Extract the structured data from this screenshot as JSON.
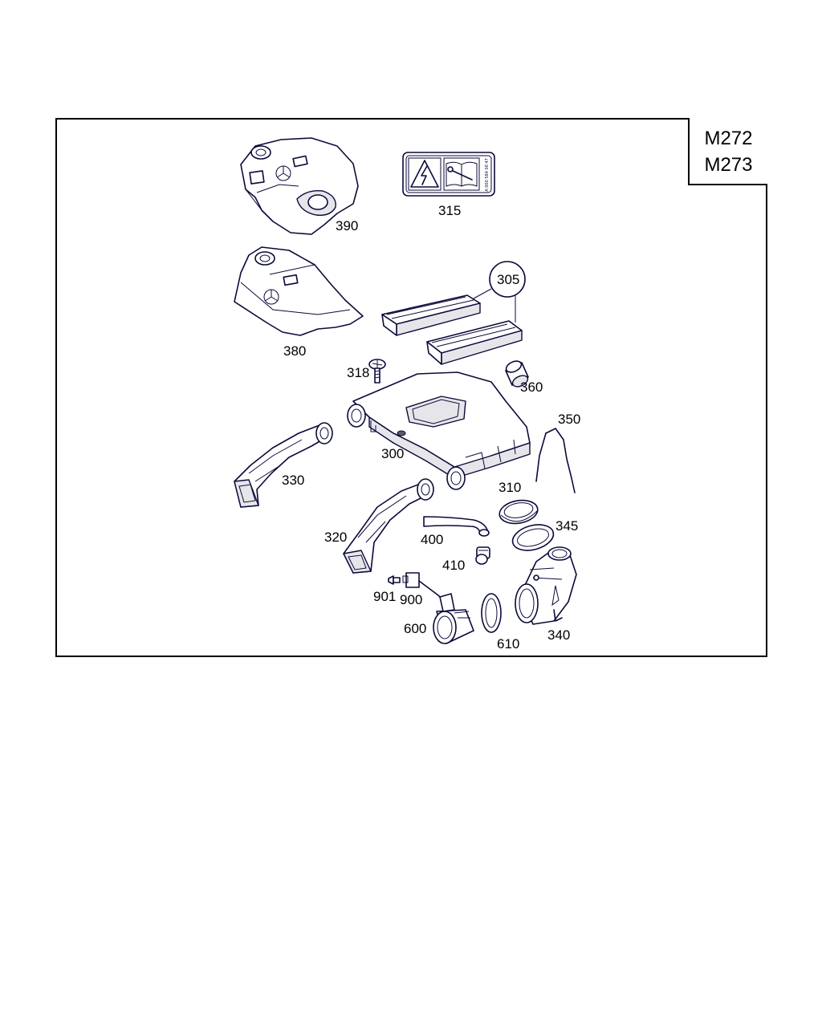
{
  "model_box": {
    "line1": "M272",
    "line2": "M273"
  },
  "parts": [
    {
      "id": "390",
      "label": "390"
    },
    {
      "id": "315",
      "label": "315"
    },
    {
      "id": "305",
      "label": "305"
    },
    {
      "id": "380",
      "label": "380"
    },
    {
      "id": "318",
      "label": "318"
    },
    {
      "id": "360",
      "label": "360"
    },
    {
      "id": "350",
      "label": "350"
    },
    {
      "id": "300",
      "label": "300"
    },
    {
      "id": "330",
      "label": "330"
    },
    {
      "id": "310",
      "label": "310"
    },
    {
      "id": "345",
      "label": "345"
    },
    {
      "id": "320",
      "label": "320"
    },
    {
      "id": "400",
      "label": "400"
    },
    {
      "id": "410",
      "label": "410"
    },
    {
      "id": "901",
      "label": "901"
    },
    {
      "id": "900",
      "label": "900"
    },
    {
      "id": "600",
      "label": "600"
    },
    {
      "id": "610",
      "label": "610"
    },
    {
      "id": "340",
      "label": "340"
    }
  ],
  "decal_code": "A 000 584 00 47"
}
